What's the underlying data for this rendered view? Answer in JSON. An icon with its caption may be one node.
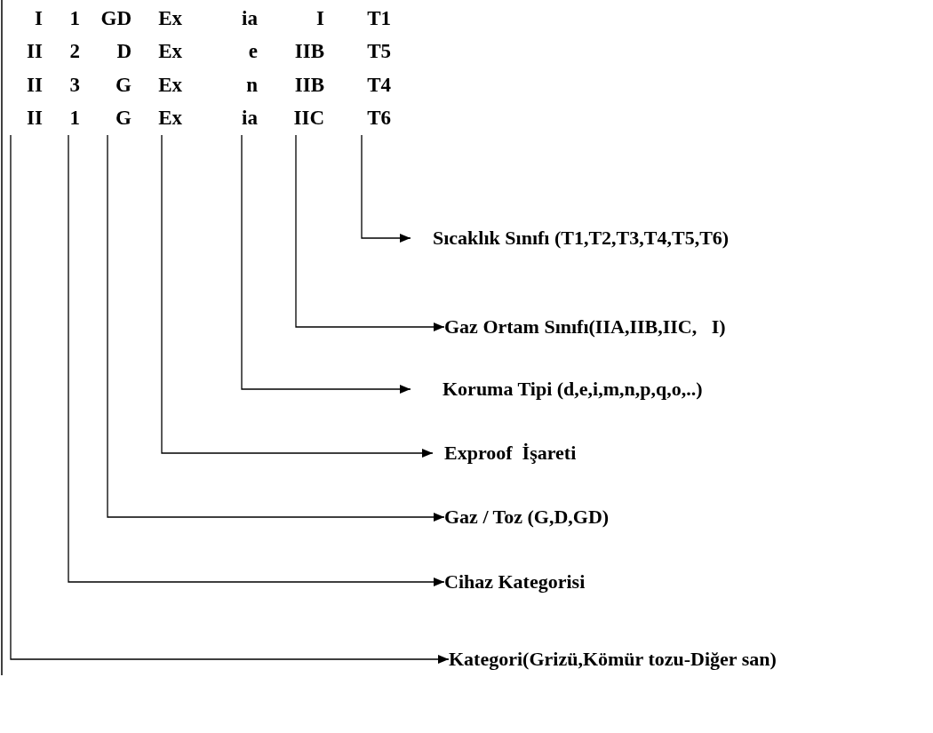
{
  "diagram": {
    "nodes": [
      {
        "text": [
          "I",
          "II",
          "II",
          "II"
        ]
      },
      {
        "text": [
          "1",
          "2",
          "3",
          "1"
        ]
      },
      {
        "text": [
          "GD",
          "D",
          "G",
          "G"
        ]
      },
      {
        "text": [
          "Ex",
          "Ex",
          "Ex",
          "Ex"
        ]
      },
      {
        "text": [
          "ia",
          "e",
          "n",
          "ia"
        ]
      },
      {
        "text": [
          "I",
          "IIB",
          "IIB",
          "IIC"
        ]
      },
      {
        "text": [
          "T1",
          "T5",
          "T4",
          "T6"
        ]
      },
      {
        "text": [
          "Sıcaklık Sınıfı (T1,T2,T3,T4,T5,T6)"
        ]
      },
      {
        "text": [
          "Gaz Ortam Sınıfı(IIA,IIB,IIC,   I)"
        ]
      },
      {
        "text": [
          "Koruma Tipi (d,e,i,m,n,p,q,o,..)"
        ]
      },
      {
        "text": [
          "Exproof  İşareti"
        ]
      },
      {
        "text": [
          "Gaz / Toz (G,D,GD)"
        ]
      },
      {
        "text": [
          "Cihaz Kategorisi"
        ]
      },
      {
        "text": [
          "Kategori(Grizü,Kömür tozu-Diğer san)"
        ]
      }
    ],
    "edges": [
      {
        "from": 6,
        "to": 7,
        "arrow": "to"
      },
      {
        "from": 5,
        "to": 8,
        "arrow": "to"
      },
      {
        "from": 4,
        "to": 9,
        "arrow": "to"
      },
      {
        "from": 3,
        "to": 10,
        "arrow": "to"
      },
      {
        "from": 2,
        "to": 11,
        "arrow": "to"
      },
      {
        "from": 1,
        "to": 12,
        "arrow": "to"
      },
      {
        "from": 0,
        "to": 13,
        "arrow": "to"
      }
    ]
  }
}
